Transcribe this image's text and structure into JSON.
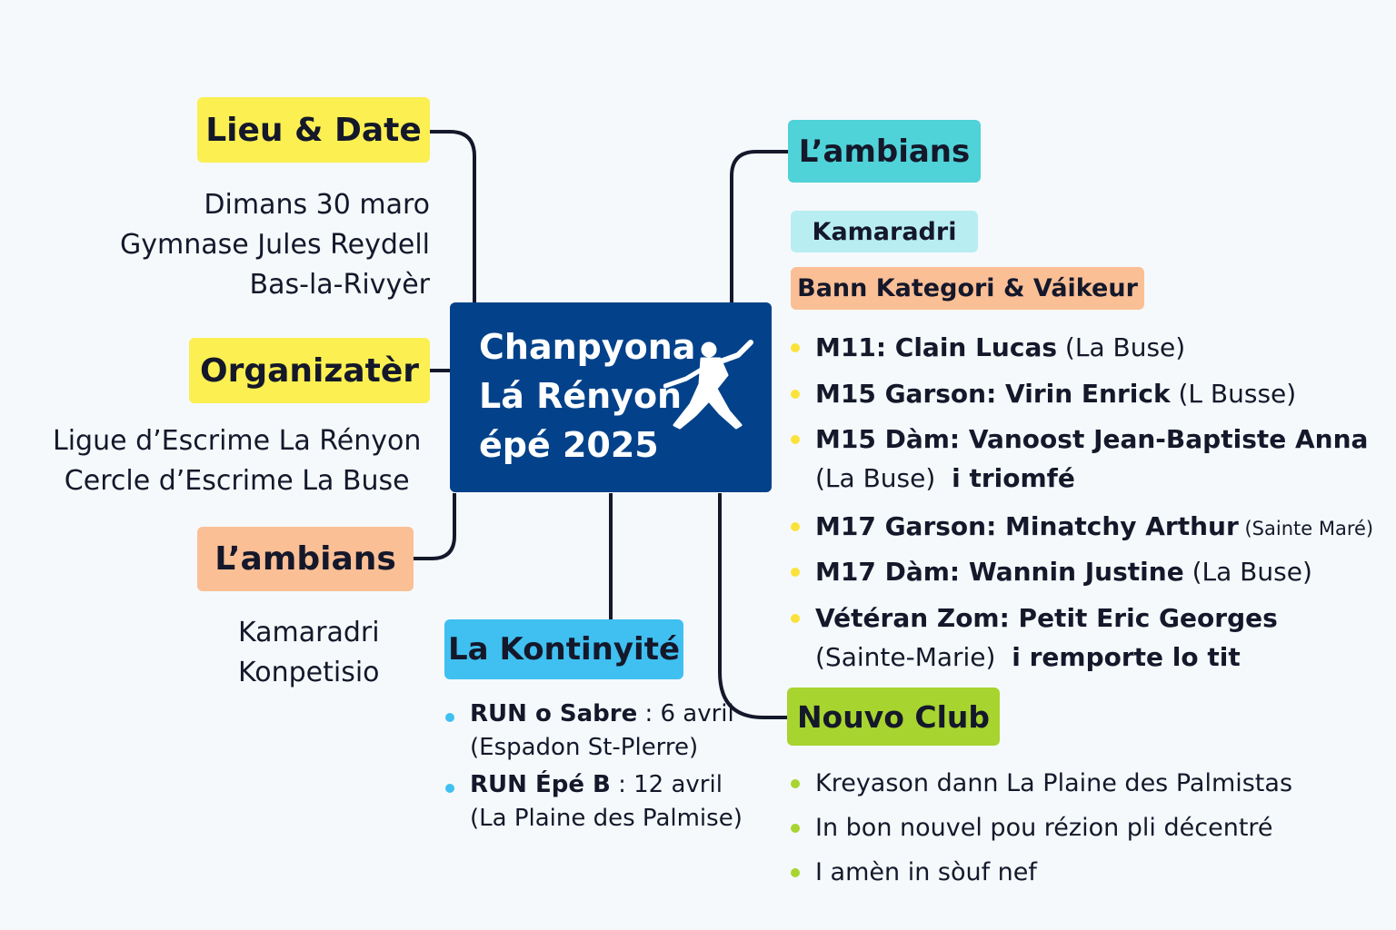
{
  "title": {
    "line1": "Chanpyona",
    "line2": "Lá Rényon",
    "line3": "épé 2025"
  },
  "colors": {
    "center": "#03428a",
    "yellow": "#fbef52",
    "orange": "#fbbf96",
    "cyan": "#4fd2d8",
    "lightcyan": "#b8eef2",
    "blue": "#40c0f0",
    "green": "#a8d430"
  },
  "left": {
    "lieu": {
      "label": "Lieu & Date",
      "lines": [
        "Dimans 30 maro",
        "Gymnase Jules Reydell",
        "Bas-la-Rivyèr"
      ]
    },
    "organizater": {
      "label": "Organizatèr",
      "lines": [
        "Ligue d’Escrime La Rényon",
        "Cercle d’Escrime La Buse"
      ]
    },
    "ambians": {
      "label": "L’ambians",
      "lines": [
        "Kamaradri",
        "Konpetisio"
      ]
    }
  },
  "kontinyite": {
    "label": "La Kontinyité",
    "items": [
      {
        "bold": "RUN o Sabre",
        "rest": " : 6 avril",
        "sub": "(Espadon St-Plerre)"
      },
      {
        "bold": "RUN Épé B",
        "rest": " : 12 avril",
        "sub": "(La Plaine des Palmise)"
      }
    ]
  },
  "right": {
    "ambians": {
      "label": "L’ambians",
      "tag1": "Kamaradri",
      "tag2": "Bann Kategori & Váikeur"
    },
    "winners": [
      {
        "bold": "M11: Clain Lucas",
        "rest": " (La Buse)"
      },
      {
        "bold": "M15 Garson: Virin Enrick",
        "rest": " (L Busse)"
      },
      {
        "bold": "M15 Dàm: Vanoost Jean-Baptiste Anna",
        "sub": "(La Buse)",
        "subbold": "i triomfé"
      },
      {
        "bold": "M17 Garson: Minatchy Arthur",
        "rest": " (Sainte Maré)"
      },
      {
        "bold": "M17 Dàm: Wannin Justine",
        "rest": " (La Buse)"
      },
      {
        "bold": "Vétéran Zom: Petit Eric Georges",
        "sub": "(Sainte-Marie)",
        "subbold": "i remporte lo tit"
      }
    ],
    "nouvo": {
      "label": "Nouvo Club",
      "items": [
        "Kreyason dann La Plaine des Palmistas",
        "In bon nouvel pou rézion pli décentré",
        "I amèn in sòuf nef"
      ]
    }
  }
}
